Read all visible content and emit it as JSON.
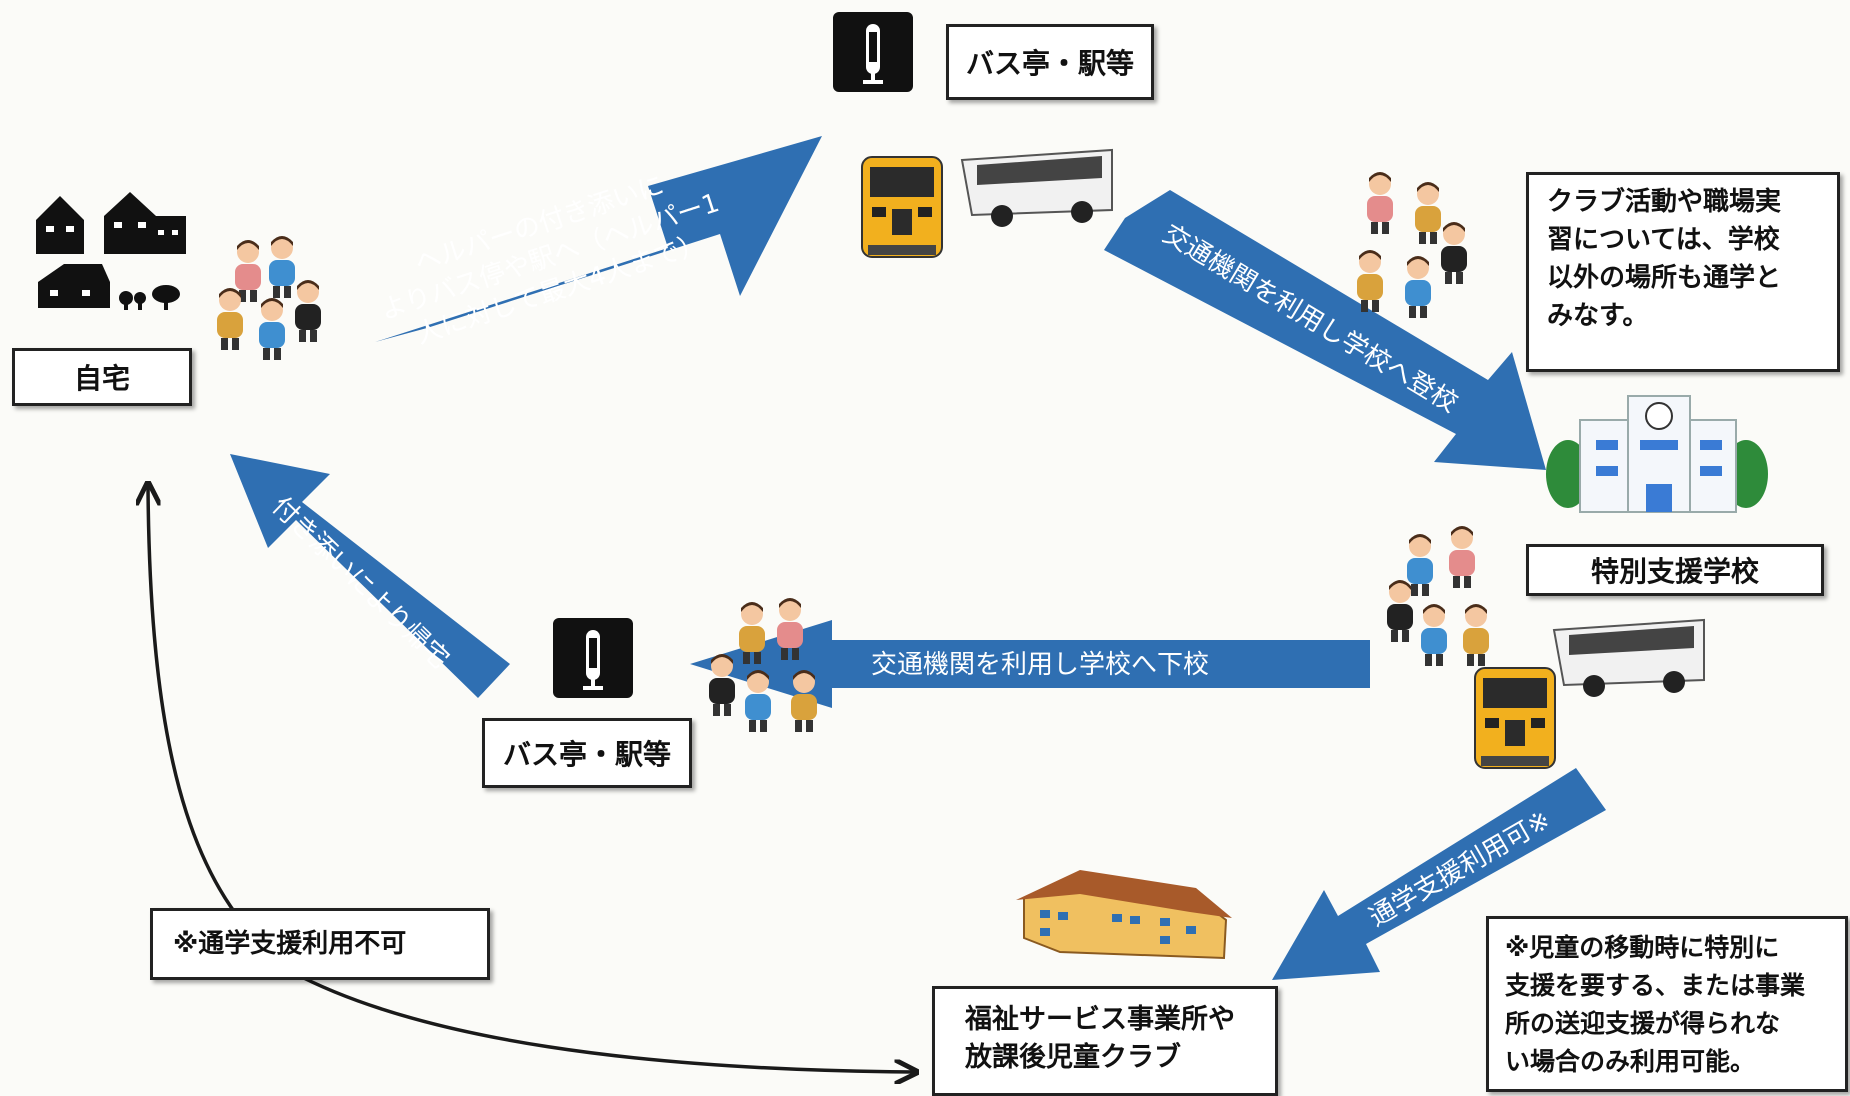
{
  "colors": {
    "arrow_blue": "#2f6fb2",
    "box_border": "#222222",
    "curve": "#1a1a1a"
  },
  "nodes": {
    "home": "自宅",
    "bus_stop_top": "バス亭・駅等",
    "school": "特別支援学校",
    "bus_stop_bottom": "バス亭・駅等",
    "welfare": "福祉サービス事業所や\n放課後児童クラブ"
  },
  "arrows": {
    "home_to_stop": "ヘルパーの付き添いに\nよりバス停や駅へ（ヘルパー1\n人に対して最大4人まで）",
    "stop_to_school": "交通機関を利用し学校へ登校",
    "school_to_stop": "交通機関を利用し学校へ下校",
    "stop_to_home": "付き添いにより帰宅",
    "school_to_welfare": "通学支援利用可※"
  },
  "notes": {
    "club": "クラブ活動や職場実\n習については、学校\n以外の場所も通学と\nみなす。",
    "not_allowed": "※通学支援利用不可",
    "condition": "※児童の移動時に特別に\n支援を要する、または事業\n所の送迎支援が得られな\nい場合のみ利用可能。"
  },
  "icons": [
    "houses-icon",
    "bus-stop-sign-icon",
    "train-icon",
    "bus-icon",
    "students-group-icon",
    "school-building-icon",
    "welfare-facility-icon"
  ]
}
